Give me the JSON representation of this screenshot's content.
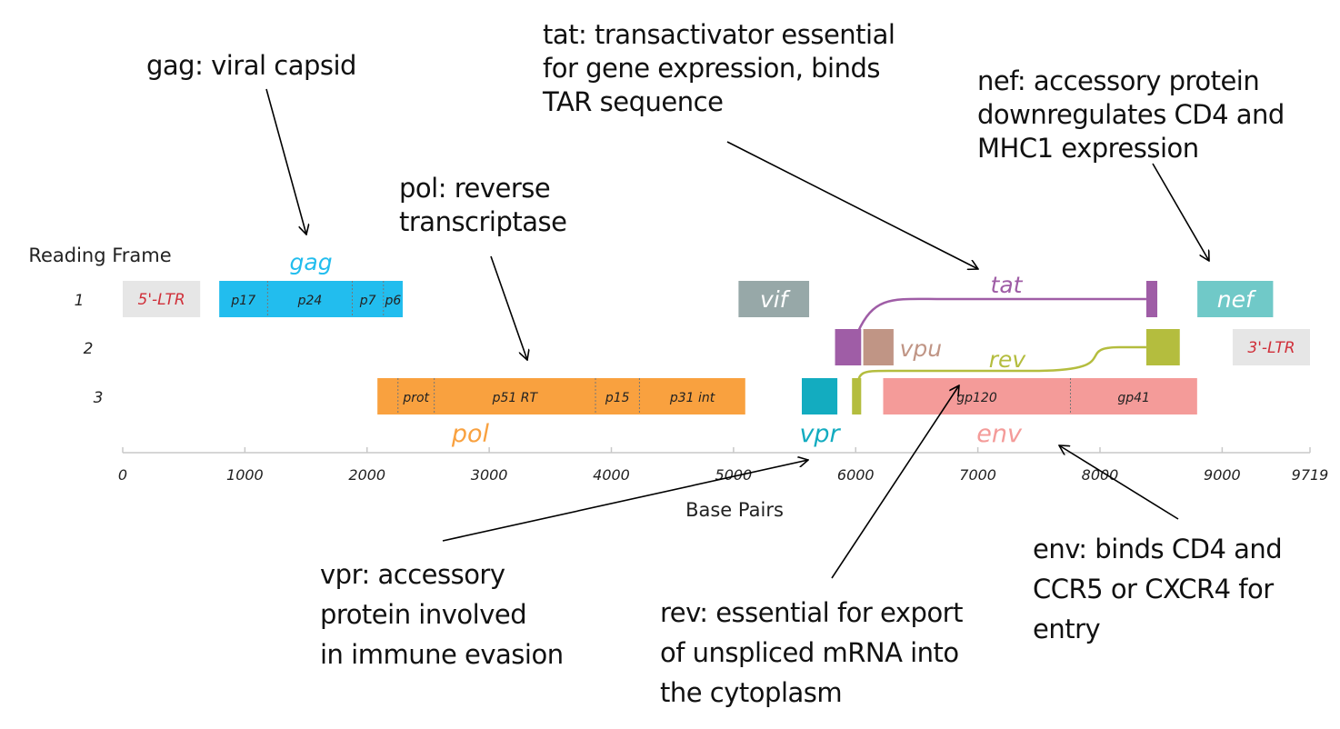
{
  "chart_data": {
    "type": "genome-map",
    "title": "",
    "xlabel": "Base Pairs",
    "ylabel": "Reading Frame",
    "xlim": [
      0,
      9719
    ],
    "ticks": [
      0,
      1000,
      2000,
      3000,
      4000,
      5000,
      6000,
      7000,
      8000,
      9000,
      9719
    ],
    "tick_labels": [
      "0",
      "1000",
      "2000",
      "3000",
      "4000",
      "5000",
      "6000",
      "7000",
      "8000",
      "9000",
      "9719"
    ],
    "frames": [
      "1",
      "2",
      "3"
    ],
    "genes": [
      {
        "name": "5'-LTR",
        "frame": 1,
        "start": 0,
        "end": 634,
        "color": "#e6e6e6",
        "label_color": "#d0303a",
        "label_inside": true,
        "subunits": []
      },
      {
        "name": "gag",
        "frame": 1,
        "start": 790,
        "end": 2292,
        "color": "#22bdee",
        "label_color": "#22bdee",
        "label_pos": "above",
        "subunits": [
          {
            "name": "p17",
            "start": 790,
            "end": 1186
          },
          {
            "name": "p24",
            "start": 1186,
            "end": 1879
          },
          {
            "name": "p7",
            "start": 1879,
            "end": 2134
          },
          {
            "name": "p6",
            "start": 2134,
            "end": 2292
          }
        ]
      },
      {
        "name": "pol",
        "frame": 3,
        "start": 2085,
        "end": 5096,
        "color": "#f9a13f",
        "label_color": "#f9a13f",
        "label_pos": "below",
        "subunits": [
          {
            "name": "",
            "start": 2085,
            "end": 2253
          },
          {
            "name": "prot",
            "start": 2253,
            "end": 2550
          },
          {
            "name": "p51 RT",
            "start": 2550,
            "end": 3870
          },
          {
            "name": "p15",
            "start": 3870,
            "end": 4230
          },
          {
            "name": "p31 int",
            "start": 4230,
            "end": 5096
          }
        ]
      },
      {
        "name": "vif",
        "frame": 1,
        "start": 5041,
        "end": 5619,
        "color": "#97a8a8",
        "label_color": "#ffffff",
        "label_inside": true,
        "subunits": []
      },
      {
        "name": "vpr",
        "frame": 3,
        "start": 5559,
        "end": 5850,
        "color": "#13acc0",
        "label_color": "#13acc0",
        "label_pos": "below",
        "subunits": []
      },
      {
        "name": "tat",
        "frame": 2,
        "start": 5831,
        "end": 6045,
        "color": "#9f5da6",
        "label_color": "#9f5da6",
        "subunits": []
      },
      {
        "name": "tat-exon2",
        "frame": 1,
        "start": 8379,
        "end": 8469,
        "color": "#9f5da6",
        "subunits": []
      },
      {
        "name": "rev",
        "frame": 3,
        "start": 5970,
        "end": 6045,
        "color": "#b4bd3e",
        "label_color": "#b4bd3e",
        "subunits": []
      },
      {
        "name": "rev-exon2",
        "frame": 2,
        "start": 8379,
        "end": 8653,
        "color": "#b4bd3e",
        "subunits": []
      },
      {
        "name": "vpu",
        "frame": 2,
        "start": 6062,
        "end": 6310,
        "color": "#c09585",
        "label_color": "#c09585",
        "label_pos": "right",
        "subunits": []
      },
      {
        "name": "env",
        "frame": 3,
        "start": 6225,
        "end": 8795,
        "color": "#f49b99",
        "label_color": "#f49b99",
        "label_pos": "below",
        "subunits": [
          {
            "name": "gp120",
            "start": 6225,
            "end": 7758
          },
          {
            "name": "gp41",
            "start": 7758,
            "end": 8795
          }
        ]
      },
      {
        "name": "nef",
        "frame": 1,
        "start": 8797,
        "end": 9417,
        "color": "#70c9c8",
        "label_color": "#ffffff",
        "label_inside": true,
        "subunits": []
      },
      {
        "name": "3'-LTR",
        "frame": 2,
        "start": 9086,
        "end": 9719,
        "color": "#e6e6e6",
        "label_color": "#d0303a",
        "label_inside": true,
        "subunits": []
      }
    ],
    "splices": [
      {
        "name": "tat",
        "from": {
          "bp": 6045,
          "frame": 2
        },
        "to": {
          "bp": 8379,
          "frame": 1
        },
        "color": "#9f5da6",
        "label": "tat"
      },
      {
        "name": "rev",
        "from": {
          "bp": 6045,
          "frame": 3
        },
        "to": {
          "bp": 8379,
          "frame": 2
        },
        "color": "#b4bd3e",
        "label": "rev"
      }
    ]
  },
  "annotations": [
    {
      "id": "gag",
      "lines": [
        "gag: viral capsid"
      ]
    },
    {
      "id": "tat",
      "lines": [
        "tat: transactivator essential",
        "for gene expression, binds",
        "TAR sequence"
      ]
    },
    {
      "id": "nef",
      "lines": [
        "nef: accessory protein",
        "downregulates CD4 and",
        "MHC1 expression"
      ]
    },
    {
      "id": "pol",
      "lines": [
        "pol: reverse",
        "transcriptase"
      ]
    },
    {
      "id": "vpr",
      "lines": [
        "vpr: accessory",
        "protein involved",
        "in immune evasion"
      ]
    },
    {
      "id": "rev",
      "lines": [
        "rev: essential for export",
        "of unspliced mRNA into",
        "the cytoplasm"
      ]
    },
    {
      "id": "env",
      "lines": [
        "env: binds CD4 and",
        "CCR5 or CXCR4 for",
        "entry"
      ]
    }
  ]
}
